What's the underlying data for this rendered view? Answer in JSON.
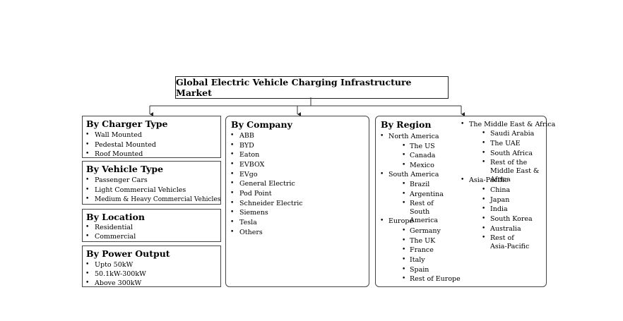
{
  "title": "Global Electric Vehicle Charging Infrastructure Market",
  "charger_type": {
    "header": "By Charger Type",
    "items": [
      "Wall Mounted",
      "Pedestal Mounted",
      "Roof Mounted"
    ]
  },
  "vehicle_type": {
    "header": "By Vehicle Type",
    "items": [
      "Passenger Cars",
      "Light Commercial Vehicles",
      "Medium & Heavy Commercial Vehicles"
    ]
  },
  "location": {
    "header": "By Location",
    "items": [
      "Residential",
      "Commercial"
    ]
  },
  "power_output": {
    "header": "By Power Output",
    "items": [
      "Upto 50kW",
      "50.1kW-300kW",
      "Above 300kW"
    ]
  },
  "company": {
    "header": "By Company",
    "items": [
      "ABB",
      "BYD",
      "Eaton",
      "EVBOX",
      "EVgo",
      "General Electric",
      "Pod Point",
      "Schneider Electric",
      "Siemens",
      "Tesla",
      "Others"
    ]
  },
  "region": {
    "header": "By Region",
    "north_america": {
      "label": "North America",
      "items": [
        "The US",
        "Canada",
        "Mexico"
      ]
    },
    "south_america": {
      "label": "South America",
      "items": [
        "Brazil",
        "Argentina",
        "Rest of South America"
      ]
    },
    "europe": {
      "label": "Europe",
      "items": [
        "Germany",
        "The UK",
        "France",
        "Italy",
        "Spain",
        "Rest of Europe"
      ]
    },
    "mea": {
      "label": "The Middle East & Africa",
      "items": [
        "Saudi Arabia",
        "The UAE",
        "South Africa",
        "Rest of the Middle East & Africa"
      ]
    },
    "apac": {
      "label": "Asia-Pacific",
      "items": [
        "China",
        "Japan",
        "India",
        "South Korea",
        "Australia",
        "Rest of Asia-Pacific"
      ]
    }
  }
}
